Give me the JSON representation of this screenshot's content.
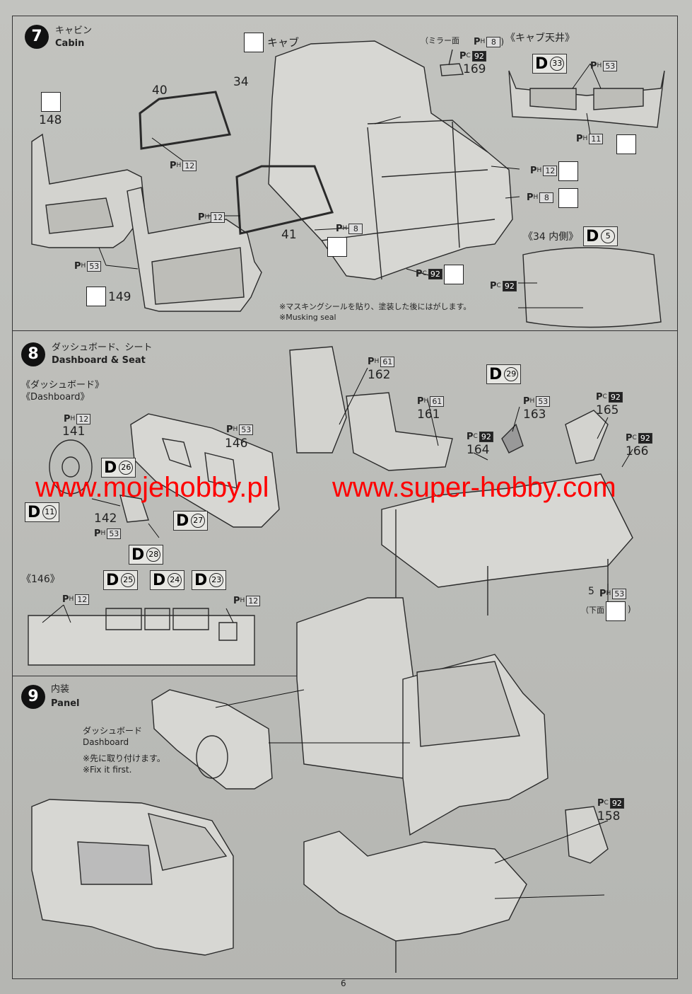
{
  "page_number": "6",
  "steps": {
    "s7": {
      "num": "7",
      "jp": "キャビン",
      "en": "Cabin"
    },
    "s8": {
      "num": "8",
      "jp": "ダッシュボード、シート",
      "en": "Dashboard & Seat",
      "sub_jp": "《ダッシュボード》",
      "sub_en": "《Dashboard》",
      "detail": "《146》"
    },
    "s9": {
      "num": "9",
      "jp": "内装",
      "en": "Panel",
      "note_jp": "ダッシュボード",
      "note_en": "Dashboard",
      "fix_jp": "※先に取り付けます。",
      "fix_en": "※Fix it first."
    }
  },
  "cabin": {
    "cab_label": "キャブ",
    "mirror_face": "（ミラー面",
    "roof_label": "《キャブ天井》",
    "inside_34": "《34 内側》",
    "masking_jp": "※マスキングシールを貼り、塗装した後にはがします。",
    "masking_en": "※Musking seal",
    "close_paren": ")"
  },
  "lower_face": "（下面",
  "watermark": {
    "left": "www.mojehobby.pl",
    "right": "www.super-hobby.com",
    "color": "#ff0000"
  },
  "part_numbers": {
    "n148": "148",
    "n40": "40",
    "n34": "34",
    "n169": "169",
    "n149": "149",
    "n41": "41",
    "n162": "162",
    "n161": "161",
    "n163": "163",
    "n165": "165",
    "n164": "164",
    "n166": "166",
    "n141": "141",
    "n146": "146",
    "n142": "142",
    "n5": "5",
    "n158": "158"
  },
  "codes": {
    "ph": "P",
    "pc": "P",
    "h": "H",
    "c": "C",
    "v8": "8",
    "v92": "92",
    "v53": "53",
    "v11": "11",
    "v12": "12",
    "v61": "61"
  },
  "dparts": {
    "d33": "33",
    "d5": "5",
    "d29": "29",
    "d26": "26",
    "d11": "11",
    "d27": "27",
    "d28": "28",
    "d25": "25",
    "d24": "24",
    "d23": "23",
    "D": "D"
  }
}
